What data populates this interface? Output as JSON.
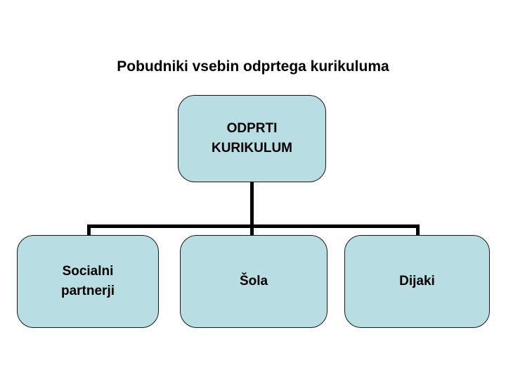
{
  "slide": {
    "title": "Pobudniki vsebin odprtega kurikuluma",
    "background_color": "#ffffff"
  },
  "theme": {
    "node_fill": "#b8dde3",
    "node_border": "#17181a",
    "connector_color": "#000000",
    "text_color": "#000000"
  },
  "diagram": {
    "type": "organization-chart",
    "root": {
      "id": "odprti-kurikulum",
      "label": "ODPRTI\nKURIKULUM",
      "line1": "ODPRTI",
      "line2": "KURIKULUM"
    },
    "children": [
      {
        "id": "socialni-partnerji",
        "label": "Socialni\npartnerji",
        "line1": "Socialni",
        "line2": "partnerji"
      },
      {
        "id": "sola",
        "label": "Šola",
        "line1": "Šola",
        "line2": ""
      },
      {
        "id": "dijaki",
        "label": "Dijaki",
        "line1": "Dijaki",
        "line2": ""
      }
    ]
  }
}
